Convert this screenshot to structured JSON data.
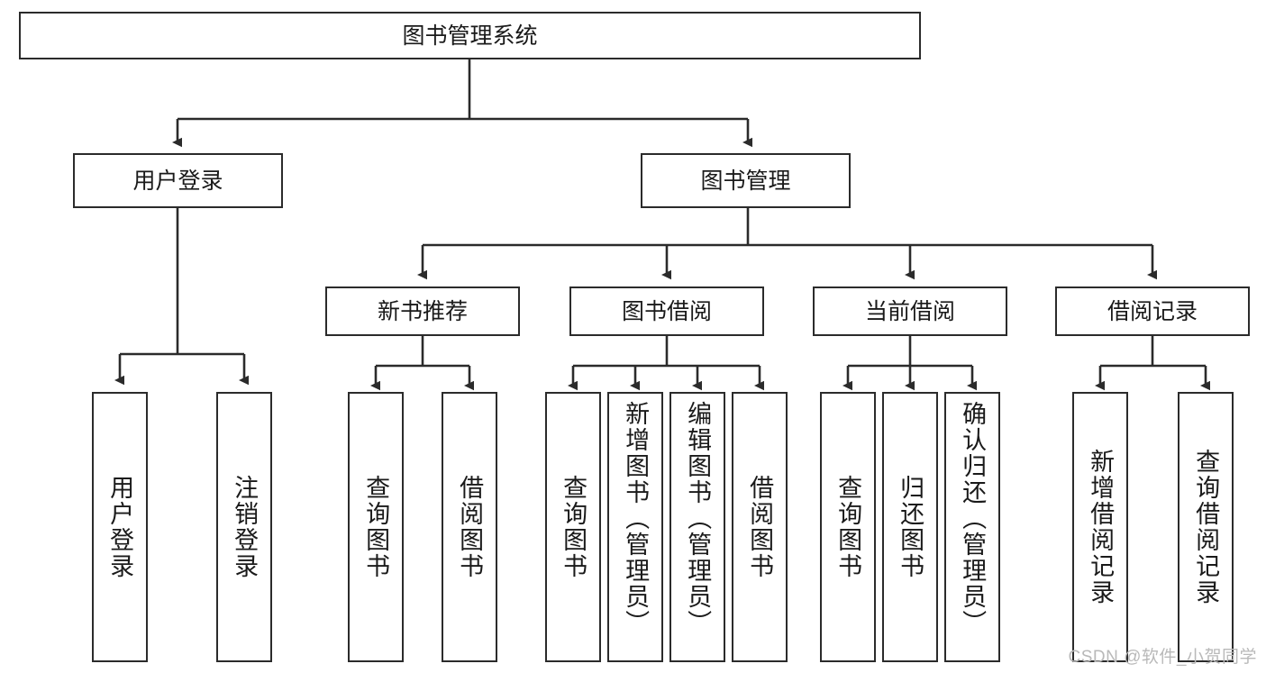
{
  "diagram": {
    "title": "图书管理系统",
    "type": "tree-hierarchy-diagram",
    "watermark": "CSDN @软件_小贺同学",
    "colors": {
      "box_border": "#2b2b2b",
      "box_fill": "#ffffff",
      "edge": "#2b2b2b",
      "text": "#1a1a1a",
      "watermark": "#b9b9b9"
    },
    "nodes": {
      "root": {
        "label": "图书管理系统"
      },
      "level2": [
        {
          "id": "user-login",
          "label": "用户登录"
        },
        {
          "id": "book-manage",
          "label": "图书管理"
        }
      ],
      "level3": [
        {
          "id": "new-book-recommend",
          "label": "新书推荐"
        },
        {
          "id": "book-borrow",
          "label": "图书借阅"
        },
        {
          "id": "current-borrow",
          "label": "当前借阅"
        },
        {
          "id": "borrow-record",
          "label": "借阅记录"
        }
      ],
      "leaves": {
        "user_login": [
          {
            "id": "leaf-user-login",
            "label": "用户登录"
          },
          {
            "id": "leaf-logout-login",
            "label": "注销登录"
          }
        ],
        "new_book_recommend": [
          {
            "id": "leaf-query-book-1",
            "label": "查询图书"
          },
          {
            "id": "leaf-borrow-book-1",
            "label": "借阅图书"
          }
        ],
        "book_borrow": [
          {
            "id": "leaf-query-book-2",
            "label": "查询图书"
          },
          {
            "id": "leaf-add-book",
            "label": "新增图书（管理员）"
          },
          {
            "id": "leaf-edit-book",
            "label": "编辑图书（管理员）"
          },
          {
            "id": "leaf-borrow-book-2",
            "label": "借阅图书"
          }
        ],
        "current_borrow": [
          {
            "id": "leaf-query-book-3",
            "label": "查询图书"
          },
          {
            "id": "leaf-return-book",
            "label": "归还图书"
          },
          {
            "id": "leaf-confirm-return",
            "label": "确认归还（管理员）"
          }
        ],
        "borrow_record": [
          {
            "id": "leaf-add-record",
            "label": "新增借阅记录"
          },
          {
            "id": "leaf-query-record",
            "label": "查询借阅记录"
          }
        ]
      }
    }
  }
}
